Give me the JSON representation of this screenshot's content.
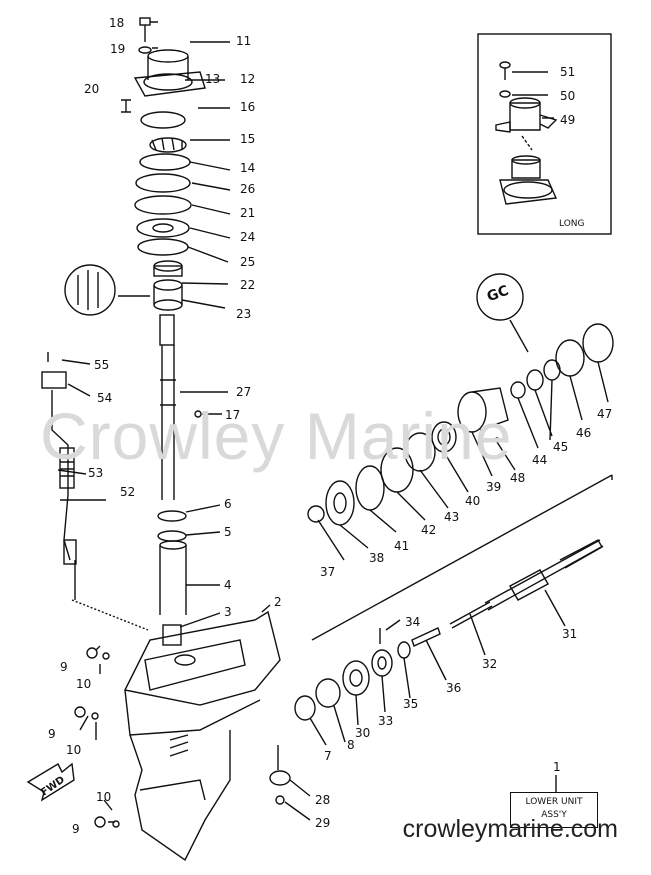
{
  "labels": {
    "l1": "1",
    "l2": "2",
    "l3": "3",
    "l4": "4",
    "l5": "5",
    "l6": "6",
    "l7": "7",
    "l8": "8",
    "l9a": "9",
    "l9b": "9",
    "l9c": "9",
    "l10a": "10",
    "l10b": "10",
    "l10c": "10",
    "l11": "11",
    "l12": "12",
    "l13": "13",
    "l14": "14",
    "l15": "15",
    "l16": "16",
    "l17": "17",
    "l18": "18",
    "l19": "19",
    "l20": "20",
    "l21": "21",
    "l22": "22",
    "l23": "23",
    "l24": "24",
    "l25": "25",
    "l26": "26",
    "l27": "27",
    "l28": "28",
    "l29": "29",
    "l30": "30",
    "l31": "31",
    "l32": "32",
    "l33": "33",
    "l34": "34",
    "l35": "35",
    "l36": "36",
    "l37": "37",
    "l38": "38",
    "l39": "39",
    "l40": "40",
    "l41": "41",
    "l42": "42",
    "l43": "43",
    "l44": "44",
    "l45": "45",
    "l46": "46",
    "l47": "47",
    "l48": "48",
    "l49": "49",
    "l50": "50",
    "l51": "51",
    "l52": "52",
    "l53": "53",
    "l54": "54",
    "l55": "55"
  },
  "inset": {
    "tag": "LONG"
  },
  "box": {
    "line1": "LOWER UNIT",
    "line2": "ASS'Y"
  },
  "fwd": "FWD",
  "gc": "GC",
  "watermark": "Crowley Marine",
  "site": "crowleymarine.com"
}
